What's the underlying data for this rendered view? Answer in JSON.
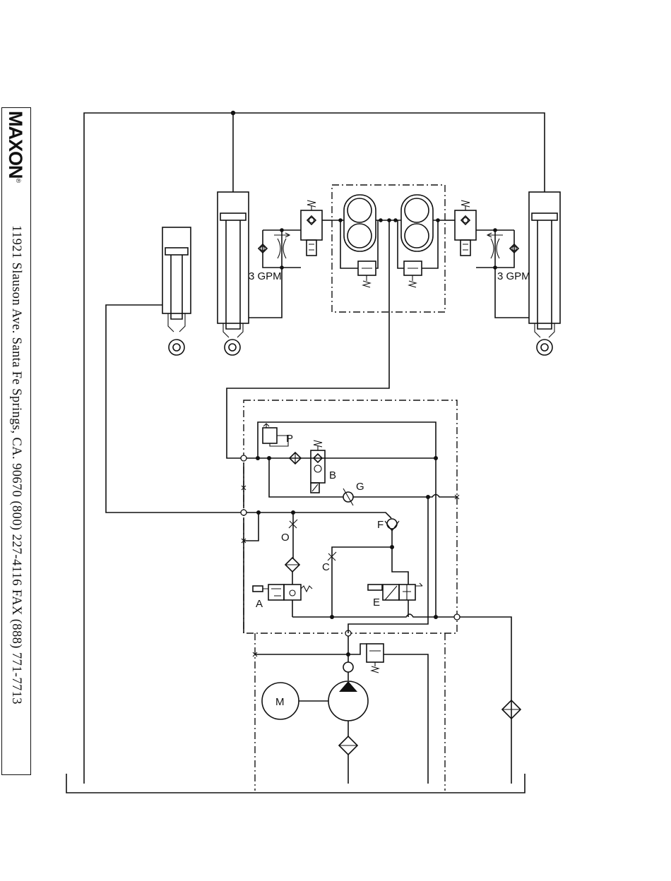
{
  "brand": {
    "name": "MAXON",
    "mark": "®"
  },
  "contact": {
    "address_line": "11921 Slauson Ave.  Santa Fe Springs, CA.  90670  (800) 227-4116  FAX (888) 771-7713"
  },
  "diagram": {
    "flow_labels": [
      "3 GPM",
      "3 GPM"
    ],
    "component_labels": {
      "P": "P",
      "B": "B",
      "G": "G",
      "F": "F",
      "O": "O",
      "C": "C",
      "A": "A",
      "E": "E",
      "M": "M"
    }
  }
}
